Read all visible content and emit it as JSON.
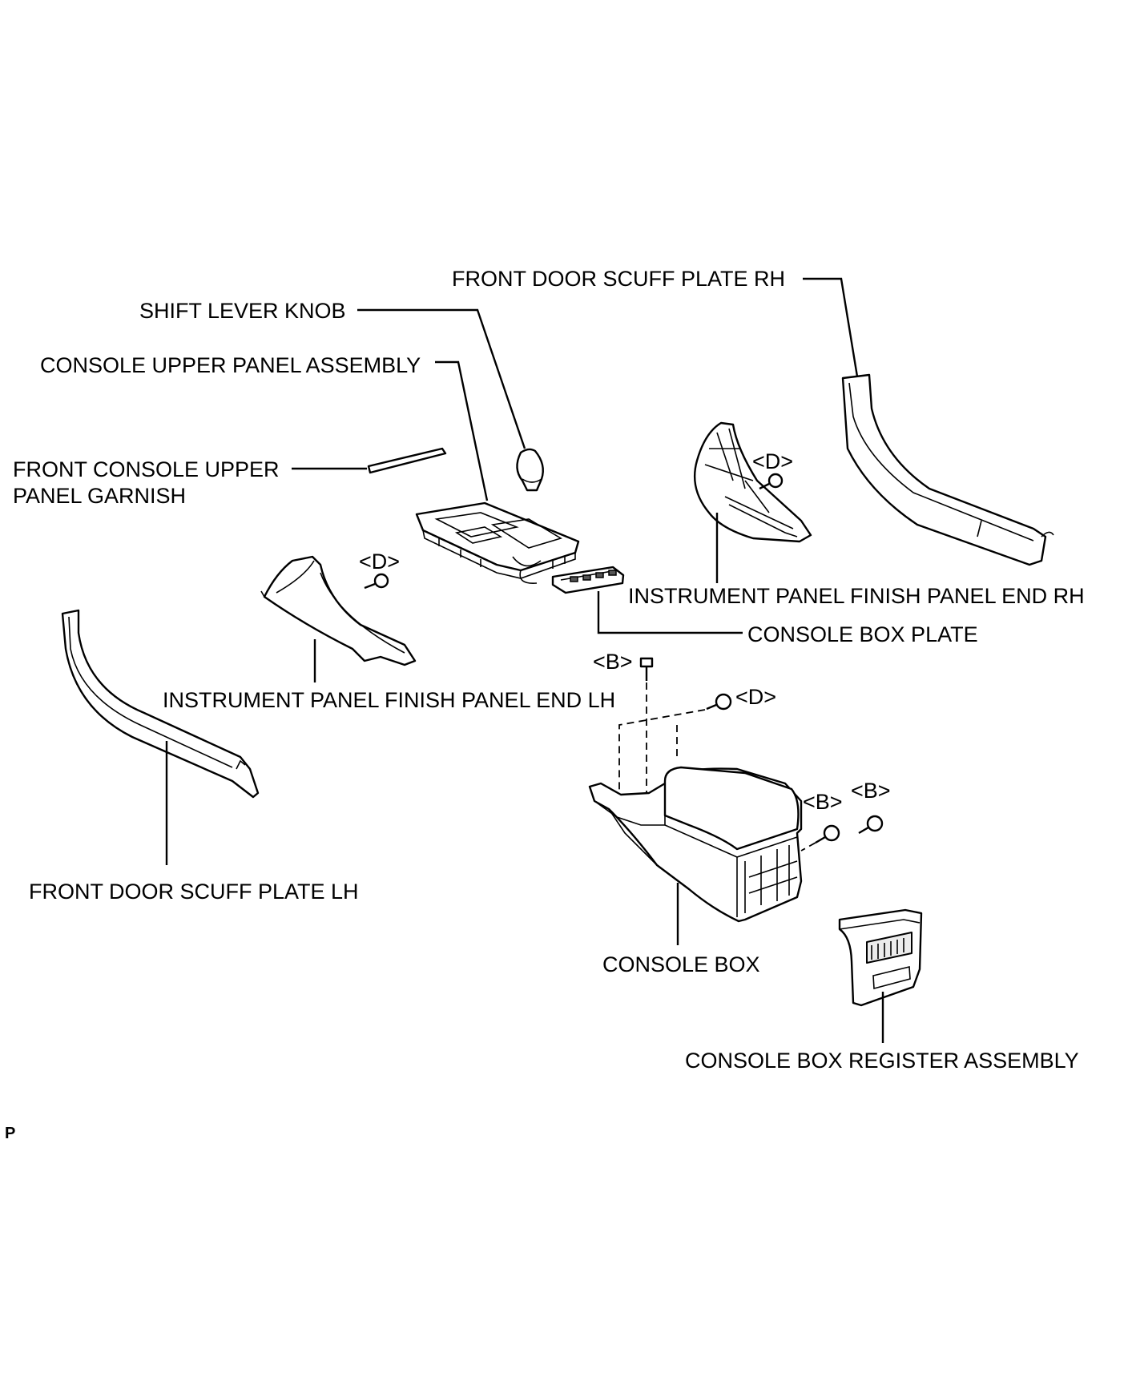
{
  "labels": {
    "front_door_scuff_plate_rh": "FRONT DOOR SCUFF PLATE RH",
    "shift_lever_knob": "SHIFT LEVER KNOB",
    "console_upper_panel_assembly": "CONSOLE UPPER PANEL ASSEMBLY",
    "front_console_upper_panel_garnish_line1": "FRONT CONSOLE UPPER",
    "front_console_upper_panel_garnish_line2": "PANEL GARNISH",
    "instrument_panel_finish_panel_end_rh": "INSTRUMENT PANEL FINISH PANEL END RH",
    "console_box_plate": "CONSOLE BOX PLATE",
    "instrument_panel_finish_panel_end_lh": "INSTRUMENT PANEL FINISH PANEL END LH",
    "front_door_scuff_plate_lh": "FRONT DOOR SCUFF PLATE LH",
    "console_box": "CONSOLE BOX",
    "console_box_register_assembly": "CONSOLE BOX REGISTER ASSEMBLY"
  },
  "fastener_callouts": {
    "d_rh_panel": "<D>",
    "d_lh_panel": "<D>",
    "b_top": "<B>",
    "d_console": "<D>",
    "b_rear_left": "<B>",
    "b_rear_right": "<B>"
  },
  "figure_id": "P"
}
